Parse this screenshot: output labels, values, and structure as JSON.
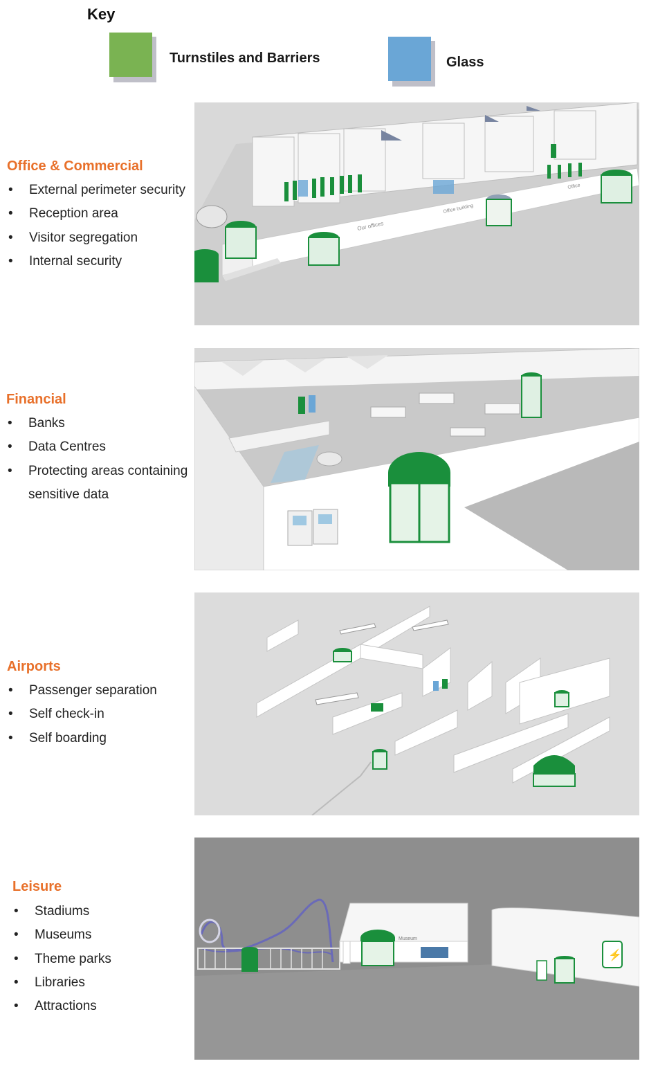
{
  "key": {
    "title": "Key",
    "items": [
      {
        "label": "Turnstiles and Barriers",
        "color": "#7ab352"
      },
      {
        "label": "Glass",
        "color": "#6aa6d6"
      }
    ]
  },
  "sections": [
    {
      "title": "Office & Commercial",
      "bullets": [
        "External perimeter security",
        "Reception area",
        "Visitor segregation",
        "Internal security"
      ],
      "scene_labels": [
        "Our offices",
        "Office building",
        "Office"
      ]
    },
    {
      "title": "Financial",
      "bullets": [
        "Banks",
        "Data Centres",
        "Protecting areas containing",
        "sensitive data"
      ]
    },
    {
      "title": "Airports",
      "bullets": [
        "Passenger separation",
        "Self check-in",
        "Self boarding"
      ]
    },
    {
      "title": "Leisure",
      "bullets": [
        "Stadiums",
        "Museums",
        "Theme parks",
        "Libraries",
        "Attractions"
      ],
      "scene_labels": [
        "Museum"
      ]
    }
  ],
  "colors": {
    "accent": "#e8702a",
    "turnstile_green": "#1a8f3c",
    "glass_blue": "#6aa6d6"
  }
}
